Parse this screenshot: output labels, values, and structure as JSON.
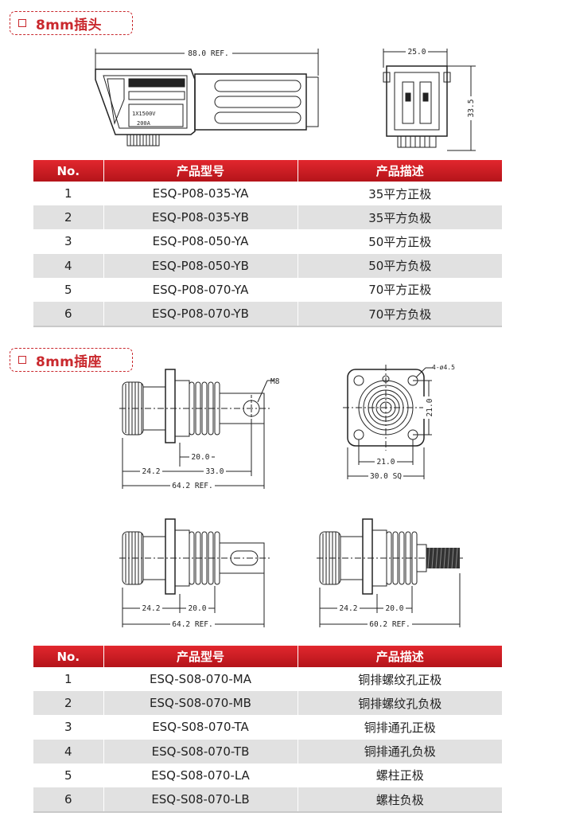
{
  "sections": [
    {
      "title": "8mm插头",
      "drawing_labels": {
        "length": "88.0 REF.",
        "width": "25.0",
        "height": "33.5",
        "plate_line1": "1X1500V",
        "plate_line2": "200A"
      },
      "table": {
        "headers": [
          "No.",
          "产品型号",
          "产品描述"
        ],
        "rows": [
          {
            "no": "1",
            "model": "ESQ-P08-035-YA",
            "desc": "35平方正极"
          },
          {
            "no": "2",
            "model": "ESQ-P08-035-YB",
            "desc": "35平方负极"
          },
          {
            "no": "3",
            "model": "ESQ-P08-050-YA",
            "desc": "50平方正极"
          },
          {
            "no": "4",
            "model": "ESQ-P08-050-YB",
            "desc": "50平方负极"
          },
          {
            "no": "5",
            "model": "ESQ-P08-070-YA",
            "desc": "70平方正极"
          },
          {
            "no": "6",
            "model": "ESQ-P08-070-YB",
            "desc": "70平方负极"
          }
        ]
      }
    },
    {
      "title": "8mm插座",
      "drawing_labels": {
        "thread": "M8",
        "holes": "4-ø4.5",
        "d_24_2": "24.2",
        "d_20_0": "20.0",
        "d_33_0": "33.0",
        "d_64_2": "64.2 REF.",
        "d_21_0a": "21.0",
        "d_21_0b": "21.0",
        "d_30_sq": "30.0 SQ",
        "d2_24_2": "24.2",
        "d2_20_0": "20.0",
        "d2_64_2": "64.2 REF.",
        "d3_24_2": "24.2",
        "d3_20_0": "20.0",
        "d3_60_2": "60.2 REF."
      },
      "table": {
        "headers": [
          "No.",
          "产品型号",
          "产品描述"
        ],
        "rows": [
          {
            "no": "1",
            "model": "ESQ-S08-070-MA",
            "desc": "铜排螺纹孔正极"
          },
          {
            "no": "2",
            "model": "ESQ-S08-070-MB",
            "desc": "铜排螺纹孔负极"
          },
          {
            "no": "3",
            "model": "ESQ-S08-070-TA",
            "desc": "铜排通孔正极"
          },
          {
            "no": "4",
            "model": "ESQ-S08-070-TB",
            "desc": "铜排通孔负极"
          },
          {
            "no": "5",
            "model": "ESQ-S08-070-LA",
            "desc": "螺柱正极"
          },
          {
            "no": "6",
            "model": "ESQ-S08-070-LB",
            "desc": "螺柱负极"
          }
        ]
      }
    }
  ]
}
